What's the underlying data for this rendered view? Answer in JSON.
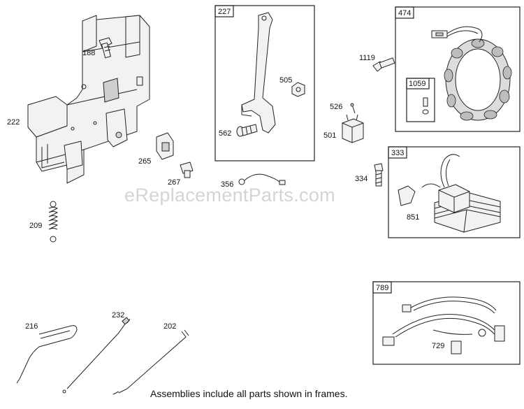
{
  "watermark": "eReplacementParts.com",
  "caption": "Assemblies include all parts shown in frames.",
  "frames": {
    "f227": "227",
    "f474": "474",
    "f1059": "1059",
    "f333": "333",
    "f789": "789"
  },
  "parts": {
    "p188": "188",
    "p222": "222",
    "p265": "265",
    "p267": "267",
    "p209": "209",
    "p505": "505",
    "p562": "562",
    "p356": "356",
    "p1119": "1119",
    "p526": "526",
    "p501": "501",
    "p334": "334",
    "p851": "851",
    "p216": "216",
    "p232": "232",
    "p202": "202",
    "p729": "729"
  }
}
